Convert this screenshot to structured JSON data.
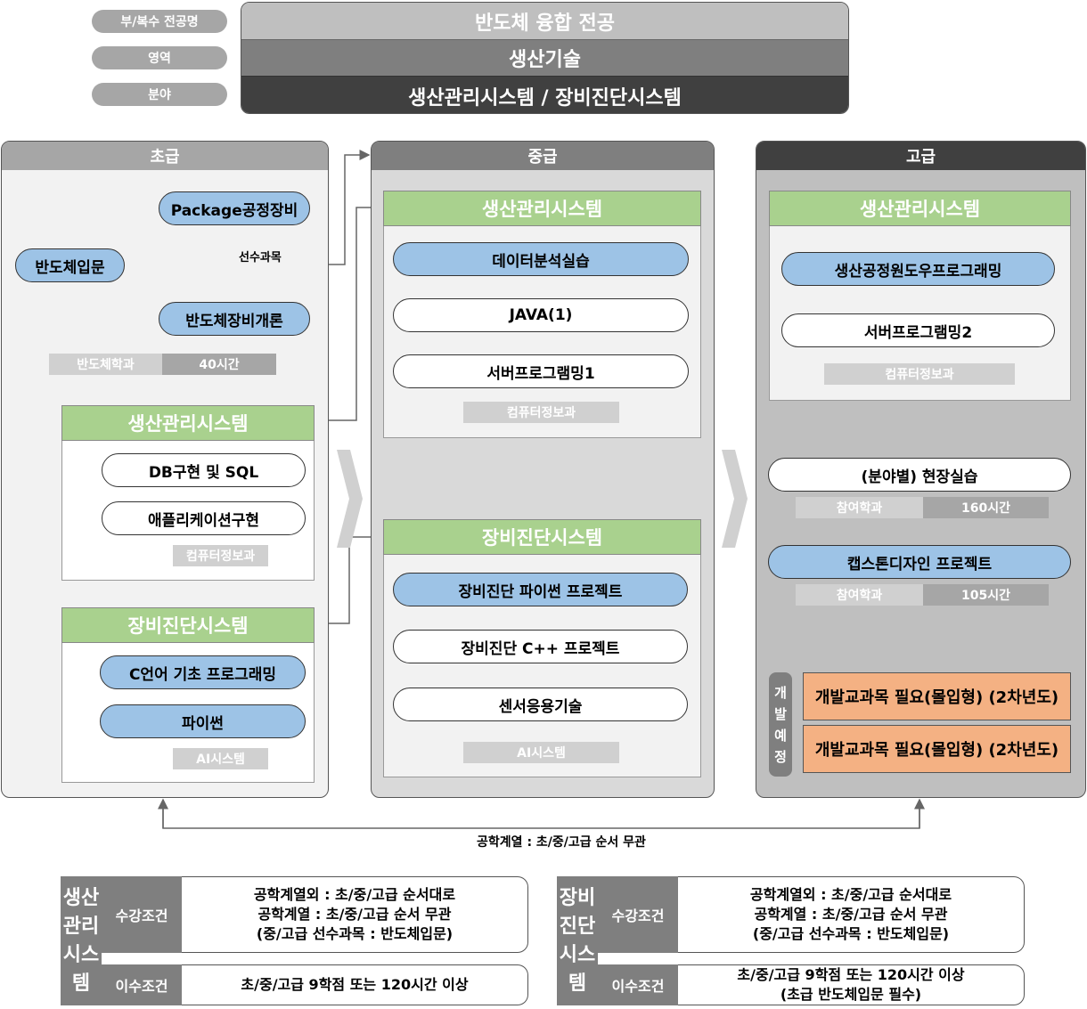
{
  "header": {
    "labels": [
      "부/복수 전공명",
      "영역",
      "분야"
    ],
    "major": "반도체 융합 전공",
    "area": "생산기술",
    "field": "생산관리시스템 / 장비진단시스템"
  },
  "beginner": {
    "title": "초급",
    "intro": "반도체입문",
    "course_a": "Package공정장비",
    "course_b": "반도체장비개론",
    "prereq_label": "선수과목",
    "dept": "반도체학과",
    "hours": "40시간",
    "pms": {
      "title": "생산관리시스템",
      "courses": [
        "DB구현 및 SQL",
        "애플리케이션구현"
      ],
      "dept": "컴퓨터정보과"
    },
    "eds": {
      "title": "장비진단시스템",
      "courses": [
        "C언어 기초 프로그래밍",
        "파이썬"
      ],
      "dept": "AI시스템"
    }
  },
  "intermediate": {
    "title": "중급",
    "pms": {
      "title": "생산관리시스템",
      "courses": [
        "데이터분석실습",
        "JAVA(1)",
        "서버프로그램밍1"
      ],
      "dept": "컴퓨터정보과"
    },
    "eds": {
      "title": "장비진단시스템",
      "courses": [
        "장비진단 파이썬 프로젝트",
        "장비진단 C++ 프로젝트",
        "센서응용기술"
      ],
      "dept": "AI시스템"
    }
  },
  "advanced": {
    "title": "고급",
    "pms": {
      "title": "생산관리시스템",
      "courses": [
        "생산공정원도우프로그래밍",
        "서버프로그램밍2"
      ],
      "dept": "컴퓨터정보과"
    },
    "practice": {
      "name": "(분야별) 현장실습",
      "dept": "참여학과",
      "hours": "160시간"
    },
    "capstone": {
      "name": "캡스톤디자인 프로젝트",
      "dept": "참여학과",
      "hours": "105시간"
    },
    "planned_label": [
      "개",
      "발",
      "예",
      "정"
    ],
    "planned": [
      "개발교과목 필요(몰입형) (2차년도)",
      "개발교과목 필요(몰입형) (2차년도)"
    ]
  },
  "note": "공학계열 : 초/중/고급 순서 무관",
  "tables": [
    {
      "side": [
        "생산",
        "관리",
        "시스",
        "템"
      ],
      "enroll_label": "수강조건",
      "enroll_lines": [
        "공학계열외 : 초/중/고급 순서대로",
        "공학계열 : 초/중/고급 순서 무관",
        "(중/고급 선수과목 : 반도체입문)"
      ],
      "complete_label": "이수조건",
      "complete_lines": [
        "초/중/고급 9학점 또는 120시간 이상"
      ]
    },
    {
      "side": [
        "장비",
        "진단",
        "시스",
        "템"
      ],
      "enroll_label": "수강조건",
      "enroll_lines": [
        "공학계열외 : 초/중/고급 순서대로",
        "공학계열 : 초/중/고급 순서 무관",
        "(중/고급 선수과목 : 반도체입문)"
      ],
      "complete_label": "이수조건",
      "complete_lines": [
        "초/중/고급 9학점 또는 120시간 이상",
        "(초급 반도체입문 필수)"
      ]
    }
  ]
}
